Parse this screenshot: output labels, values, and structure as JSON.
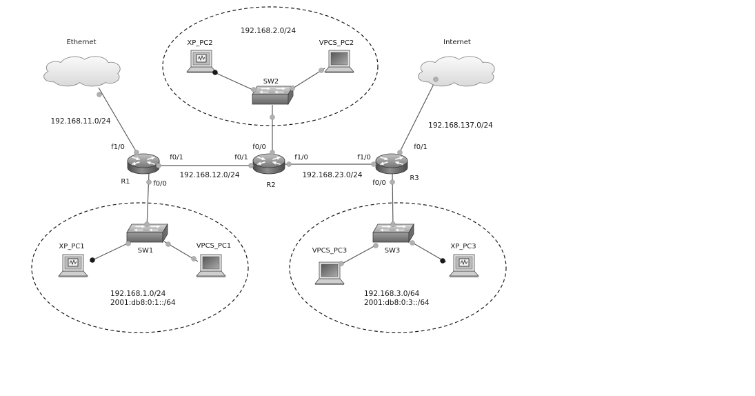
{
  "colors": {
    "background": "#ffffff",
    "link": "#5a5a5a",
    "zone_border": "#1a1a1a",
    "port_dot": "#b0b0b0",
    "xp_port_dot": "#1a1a1a"
  },
  "clouds": {
    "ethernet": {
      "label": "Ethernet",
      "icon": "cloud-icon"
    },
    "internet": {
      "label": "Internet",
      "icon": "cloud-icon"
    }
  },
  "routers": {
    "r1": {
      "label": "R1",
      "icon": "router-icon",
      "if_f1_0": "f1/0",
      "if_f0_1": "f0/1",
      "if_f0_0": "f0/0"
    },
    "r2": {
      "label": "R2",
      "icon": "router-icon",
      "if_f0_0": "f0/0",
      "if_f0_1": "f0/1",
      "if_f1_0": "f1/0"
    },
    "r3": {
      "label": "R3",
      "icon": "router-icon",
      "if_f1_0": "f1/0",
      "if_f0_1": "f0/1",
      "if_f0_0": "f0/0"
    }
  },
  "switches": {
    "sw1": {
      "label": "SW1",
      "icon": "switch-icon"
    },
    "sw2": {
      "label": "SW2",
      "icon": "switch-icon"
    },
    "sw3": {
      "label": "SW3",
      "icon": "switch-icon"
    }
  },
  "hosts": {
    "xp_pc1": {
      "label": "XP_PC1",
      "icon": "xp-pc-icon"
    },
    "vpcs_pc1": {
      "label": "VPCS_PC1",
      "icon": "vpcs-pc-icon"
    },
    "xp_pc2": {
      "label": "XP_PC2",
      "icon": "xp-pc-icon"
    },
    "vpcs_pc2": {
      "label": "VPCS_PC2",
      "icon": "vpcs-pc-icon"
    },
    "xp_pc3": {
      "label": "XP_PC3",
      "icon": "xp-pc-icon"
    },
    "vpcs_pc3": {
      "label": "VPCS_PC3",
      "icon": "vpcs-pc-icon"
    }
  },
  "networks": {
    "lan2": "192.168.2.0/24",
    "ethernet_link": "192.168.11.0/24",
    "internet_link": "192.168.137.0/24",
    "r1_r2_link": "192.168.12.0/24",
    "r2_r3_link": "192.168.23.0/24",
    "lan1_ipv4": "192.168.1.0/24",
    "lan1_ipv6": "2001:db8:0:1::/64",
    "lan3_ipv4": "192.168.3.0/64",
    "lan3_ipv6": "2001:db8:0:3::/64"
  }
}
